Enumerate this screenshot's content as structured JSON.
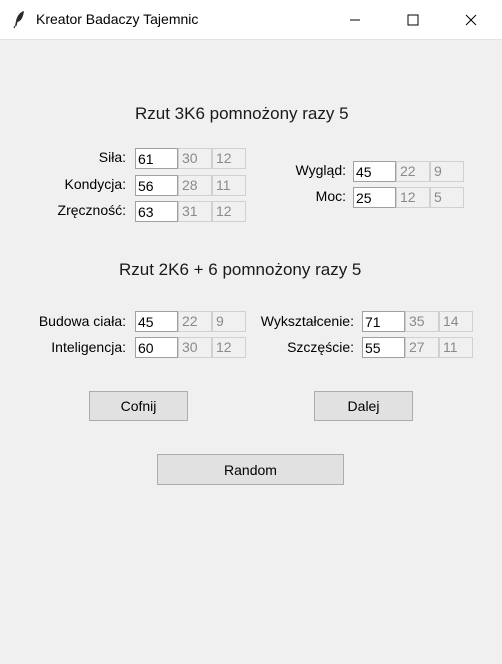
{
  "window": {
    "title": "Kreator Badaczy Tajemnic",
    "minimize_icon": "minimize-icon",
    "maximize_icon": "maximize-icon",
    "close_icon": "close-icon"
  },
  "section1": {
    "heading": "Rzut 3K6 pomnożony razy 5",
    "left": [
      {
        "label": "Siła:",
        "value": "61",
        "half": "30",
        "fifth": "12"
      },
      {
        "label": "Kondycja:",
        "value": "56",
        "half": "28",
        "fifth": "11"
      },
      {
        "label": "Zręczność:",
        "value": "63",
        "half": "31",
        "fifth": "12"
      }
    ],
    "right": [
      {
        "label": "Wygląd:",
        "value": "45",
        "half": "22",
        "fifth": "9"
      },
      {
        "label": "Moc:",
        "value": "25",
        "half": "12",
        "fifth": "5"
      }
    ]
  },
  "section2": {
    "heading": "Rzut 2K6 + 6 pomnożony razy 5",
    "left": [
      {
        "label": "Budowa ciała:",
        "value": "45",
        "half": "22",
        "fifth": "9"
      },
      {
        "label": "Inteligencja:",
        "value": "60",
        "half": "30",
        "fifth": "12"
      }
    ],
    "right": [
      {
        "label": "Wykształcenie:",
        "value": "71",
        "half": "35",
        "fifth": "14"
      },
      {
        "label": "Szczęście:",
        "value": "55",
        "half": "27",
        "fifth": "11"
      }
    ]
  },
  "buttons": {
    "back": "Cofnij",
    "next": "Dalej",
    "random": "Random"
  }
}
